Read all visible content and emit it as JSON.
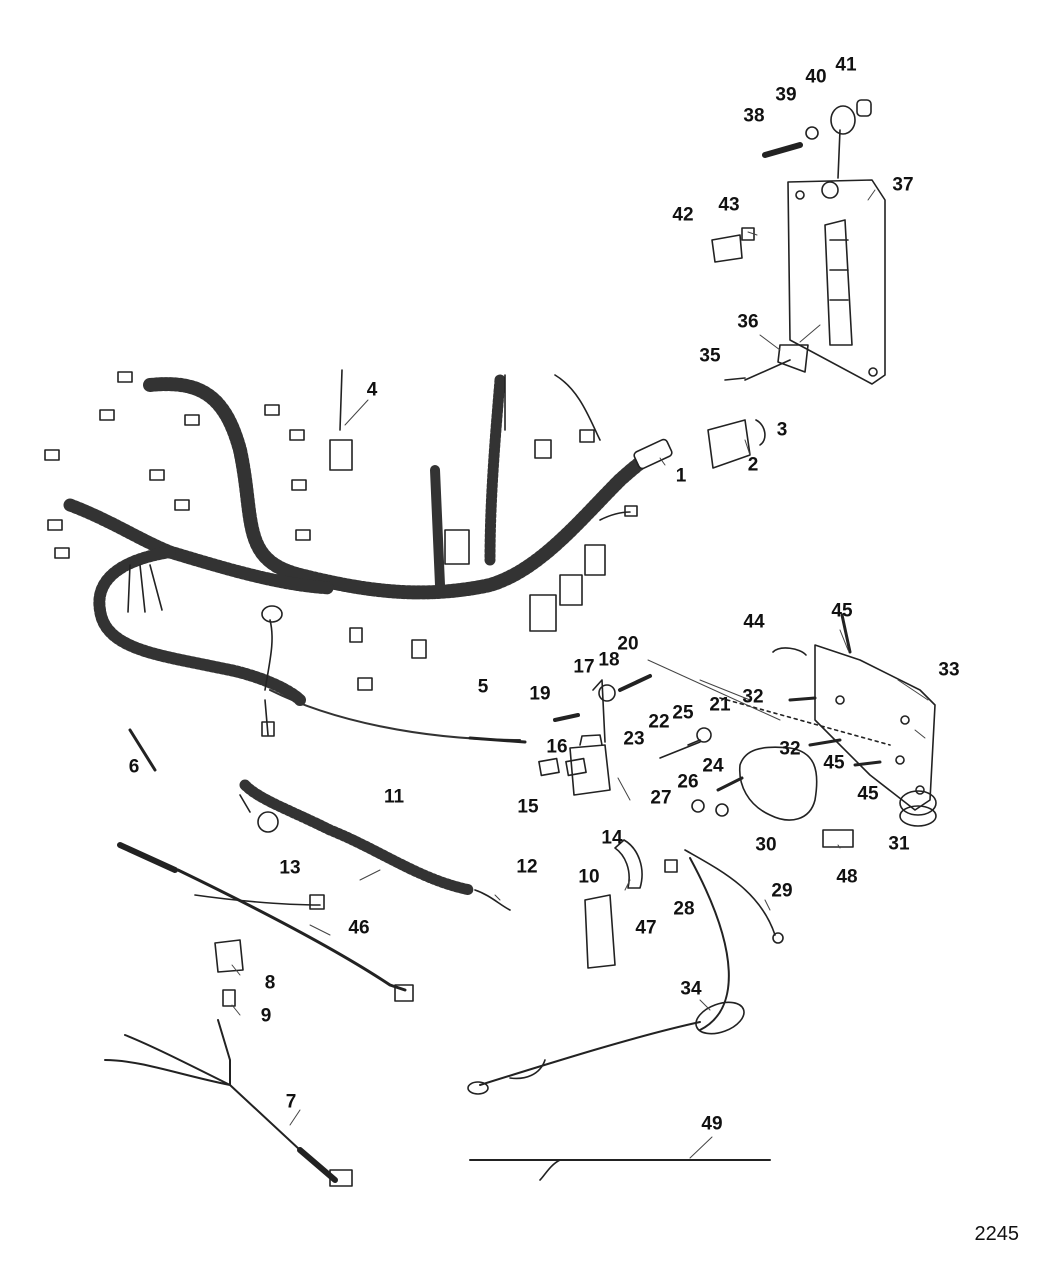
{
  "figure_number": "2245",
  "callouts": [
    "1",
    "2",
    "3",
    "4",
    "5",
    "6",
    "7",
    "8",
    "9",
    "10",
    "11",
    "12",
    "13",
    "14",
    "15",
    "16",
    "17",
    "18",
    "19",
    "20",
    "21",
    "22",
    "23",
    "24",
    "25",
    "26",
    "27",
    "28",
    "29",
    "30",
    "31",
    "32",
    "32",
    "33",
    "34",
    "35",
    "36",
    "37",
    "38",
    "39",
    "40",
    "41",
    "42",
    "43",
    "44",
    "45",
    "45",
    "45",
    "46",
    "47",
    "48",
    "49"
  ],
  "colors": {
    "ink": "#111111",
    "background": "#ffffff"
  }
}
